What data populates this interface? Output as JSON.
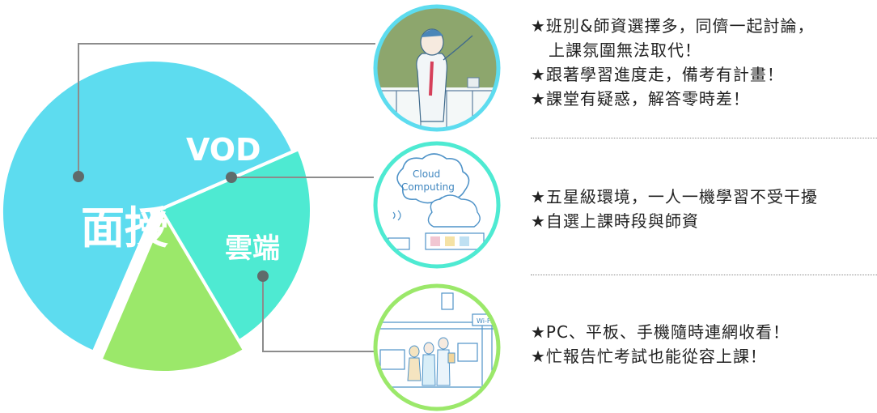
{
  "chart_data": {
    "type": "pie",
    "slices": [
      {
        "label": "面授",
        "value": 62,
        "color": "#5ddcef"
      },
      {
        "label": "VOD",
        "value": 23,
        "color": "#4eead2"
      },
      {
        "label": "雲端",
        "value": 15,
        "color": "#9be86a"
      }
    ]
  },
  "colors": {
    "connector": "#8c8c8c",
    "circle_top": "#5ddcef",
    "circle_mid": "#4eead2",
    "circle_bottom": "#9be86a"
  },
  "illustrations": {
    "cloud_text_1": "Cloud",
    "cloud_text_2": "Computing",
    "sign_text": "Wi-Fi"
  },
  "descriptions": [
    {
      "lines": [
        "★班別&師資選擇多，同儕一起討論，",
        "上課氛圍無法取代！",
        "★跟著學習進度走，備考有計畫！",
        "★課堂有疑惑，解答零時差！"
      ]
    },
    {
      "lines": [
        "★五星級環境，一人一機學習不受干擾",
        "★自選上課時段與師資"
      ]
    },
    {
      "lines": [
        "★PC、平板、手機隨時連網收看！",
        "★忙報告忙考試也能從容上課！"
      ]
    }
  ]
}
